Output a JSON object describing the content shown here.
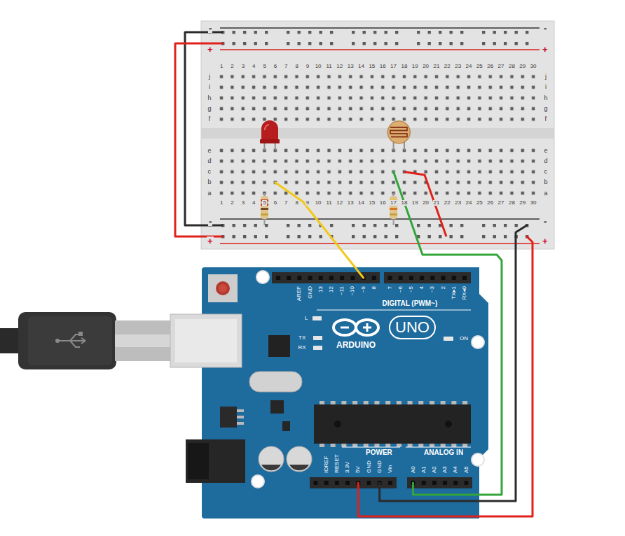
{
  "diagram": {
    "nodes": [
      {
        "text": [
          "-",
          "-",
          "+",
          "+",
          "1",
          "2",
          "3",
          "4",
          "5",
          "6",
          "7",
          "8",
          "9",
          "10",
          "11",
          "12",
          "13",
          "14",
          "15",
          "16",
          "17",
          "18",
          "19",
          "20",
          "21",
          "22",
          "23",
          "24",
          "25",
          "26",
          "27",
          "28",
          "29",
          "30",
          "j",
          "j",
          "i",
          "i",
          "h",
          "h",
          "g",
          "g",
          "f",
          "f",
          "e",
          "e",
          "d",
          "d",
          "c",
          "c",
          "b",
          "b",
          "a",
          "a",
          "1",
          "2",
          "3",
          "4",
          "5",
          "6",
          "7",
          "8",
          "9",
          "10",
          "11",
          "12",
          "13",
          "14",
          "15",
          "16",
          "17",
          "18",
          "19",
          "20",
          "21",
          "22",
          "23",
          "24",
          "25",
          "26",
          "27",
          "28",
          "29",
          "30",
          "-",
          "-",
          "+",
          "+"
        ]
      },
      {
        "text": [
          "AREF",
          "GND",
          "13",
          "12",
          "~11",
          "~10",
          "~9",
          "8",
          "7",
          "~6",
          "~5",
          "4",
          "~3",
          "2",
          "TX▸1",
          "RX◂0",
          "DIGITAL (PWM~)",
          "L",
          "UNO",
          "TX",
          "ON",
          "RX",
          "ARDUINO",
          "POWER",
          "ANALOG IN",
          "IOREF",
          "RESET",
          "3.3V",
          "5V",
          "GND",
          "GND",
          "Vin",
          "A0",
          "A1",
          "A2",
          "A3",
          "A4",
          "A5"
        ]
      }
    ],
    "edges": [
      {
        "from": 1,
        "to": 0,
        "arrow": "none"
      },
      {
        "from": 1,
        "to": 0,
        "arrow": "none"
      },
      {
        "from": 1,
        "to": 0,
        "arrow": "none"
      },
      {
        "from": 1,
        "to": 0,
        "arrow": "none"
      }
    ]
  }
}
